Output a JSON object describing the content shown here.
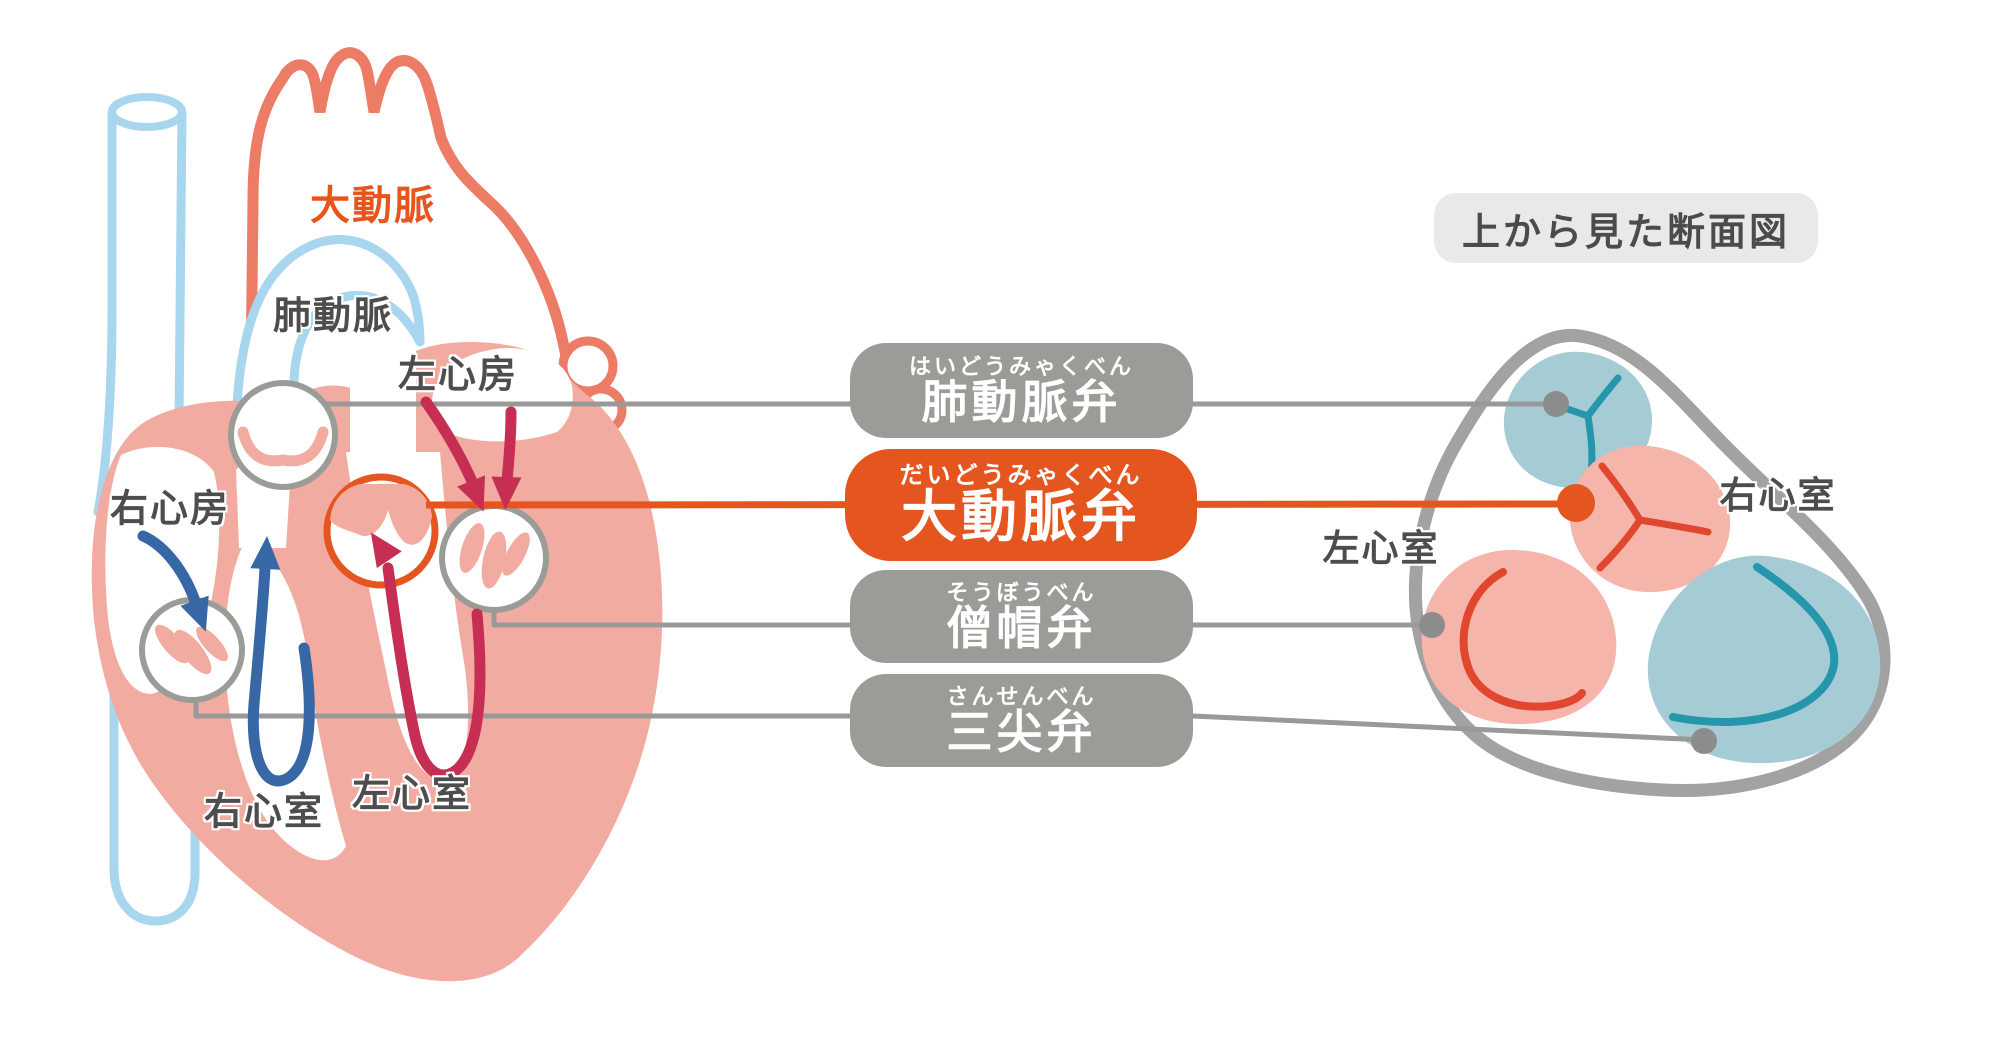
{
  "heart": {
    "labels": {
      "aorta": "大動脈",
      "pulmonary_artery": "肺動脈",
      "left_atrium": "左心房",
      "right_atrium": "右心房",
      "right_ventricle": "右心室",
      "left_ventricle": "左心室"
    }
  },
  "valve_pills": [
    {
      "furigana": "はいどうみゃくべん",
      "label": "肺動脈弁",
      "highlighted": false
    },
    {
      "furigana": "だいどうみゃくべん",
      "label": "大動脈弁",
      "highlighted": true
    },
    {
      "furigana": "そうぼうべん",
      "label": "僧帽弁",
      "highlighted": false
    },
    {
      "furigana": "さんせんべん",
      "label": "三尖弁",
      "highlighted": false
    }
  ],
  "cross_section": {
    "badge": "上から見た断面図",
    "labels": {
      "right_ventricle": "右心室",
      "left_ventricle": "左心室"
    }
  },
  "palette": {
    "heart_fill": "#f2aba0",
    "aorta_outline": "#ec7c66",
    "vein_blue": "#a8d6ee",
    "line_gray": "#999999",
    "pill_gray": "#9b9b97",
    "accent_orange": "#e5551f",
    "arrow_crimson": "#c62e54",
    "arrow_blue": "#3867a6",
    "cs_blue_blob": "#a5cbd5",
    "cs_teal": "#2596ab",
    "cs_pink_blob": "#f5b5ab",
    "cs_red": "#e0472e",
    "outline_gray": "#a2a2a2",
    "badge_bg": "#e9e9e9",
    "label_gray": "#4d4d4d"
  }
}
